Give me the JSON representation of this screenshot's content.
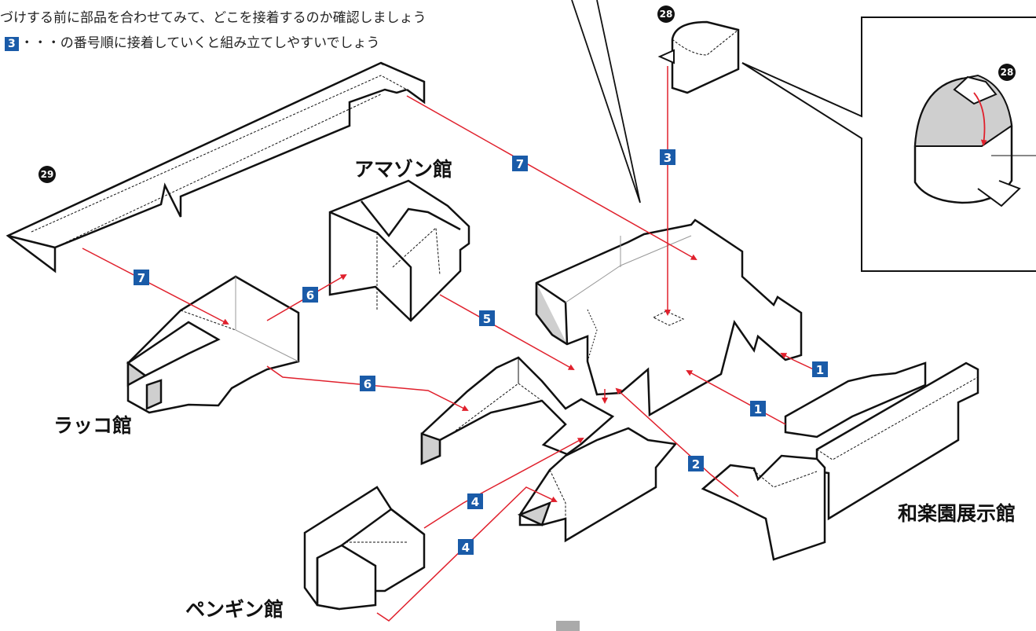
{
  "instructions": {
    "line1": "づけする前に部品を合わせてみて、どこを接着するのか確認しましょう",
    "line2_step": "3",
    "line2_rest": "・・・の番号順に接着していくと組み立てしやすいでしょう"
  },
  "buildings": {
    "amazon": "アマゾン館",
    "rakko": "ラッコ館",
    "penguin": "ペンギン館",
    "waraku": "和楽園展示館"
  },
  "steps": {
    "s1a": "1",
    "s1b": "1",
    "s2": "2",
    "s3": "3",
    "s4a": "4",
    "s4b": "4",
    "s5": "5",
    "s6a": "6",
    "s6b": "6",
    "s7a": "7",
    "s7b": "7"
  },
  "parts": {
    "p28a": "28",
    "p28b": "28",
    "p29": "29"
  },
  "colors": {
    "step_badge": "#1a5ba8",
    "arrow": "#e0202c",
    "part_badge": "#111111",
    "shade": "#cfcfcf"
  }
}
